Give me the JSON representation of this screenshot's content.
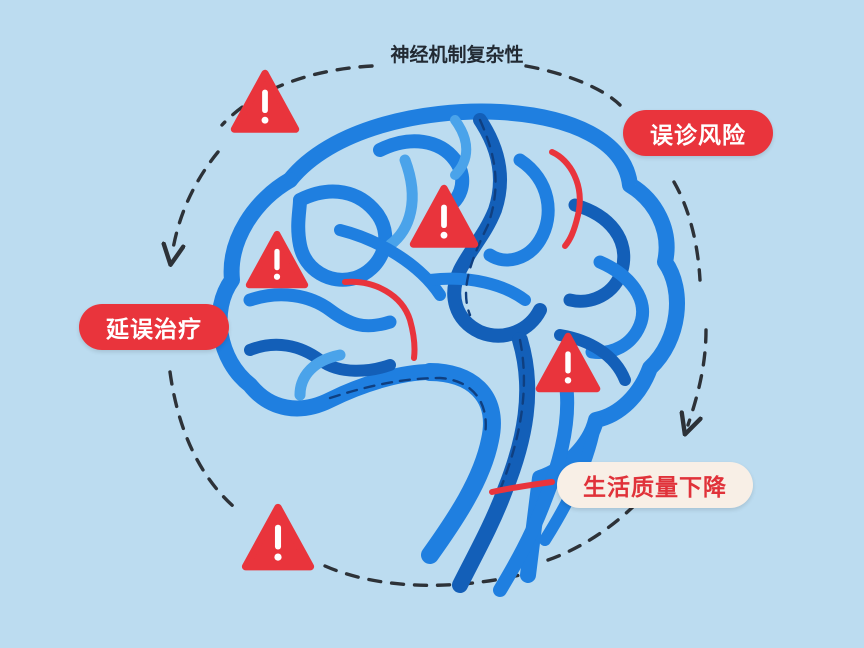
{
  "title": "神经机制复杂性",
  "labels": {
    "misdiagnosis_risk": "误诊风险",
    "delayed_treatment": "延误治疗",
    "quality_of_life_decline": "生活质量下降"
  },
  "icons": {
    "warning": "warning-triangle-icon",
    "arrow": "dashed-cycle-arrow"
  },
  "colors": {
    "background": "#bcdcf0",
    "vessel_primary": "#1f7fe0",
    "vessel_dark": "#135fb8",
    "vessel_light": "#4aa3ea",
    "highlight_red": "#e9343c",
    "warning_red": "#e9343c",
    "cycle_arrow": "#2d3238",
    "label_light_bg": "#f8efe6"
  }
}
